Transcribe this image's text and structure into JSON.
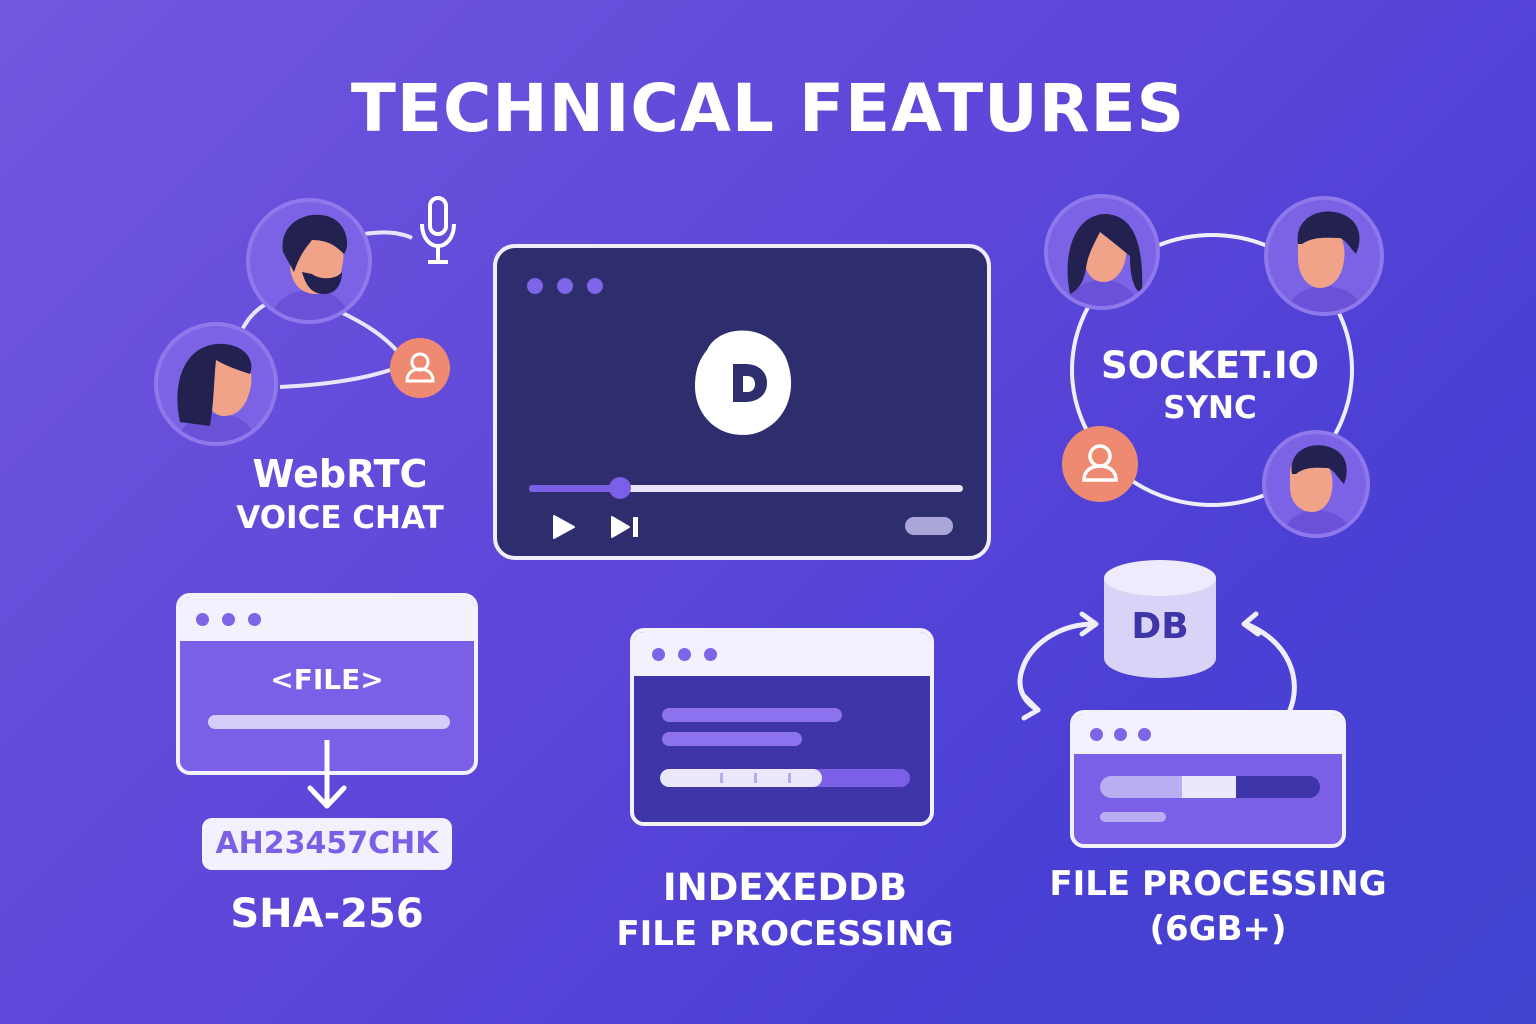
{
  "title": "TECHNICAL FEATURES",
  "features": {
    "webrtc": {
      "line1": "WebRTC",
      "line2": "VOICE CHAT"
    },
    "socketio": {
      "line1": "SOCKET.IO",
      "line2": "SYNC"
    },
    "sha256": {
      "file_label": "<FILE>",
      "hash": "AH23457CHK",
      "caption": "SHA-256"
    },
    "indexeddb": {
      "line1": "INDEXEDDB",
      "line2": "FILE PROCESSING"
    },
    "file_processing": {
      "db_label": "DB",
      "line1": "FILE PROCESSING",
      "line2": "(6GB+)"
    }
  },
  "player": {
    "progress": 0.21
  },
  "colors": {
    "background": "#6450dc",
    "accent": "#7b5fe6",
    "player_bg": "#2e2d6e",
    "avatar_orange": "#ef8a72",
    "skin": "#f1a38a",
    "hair": "#22214f"
  }
}
